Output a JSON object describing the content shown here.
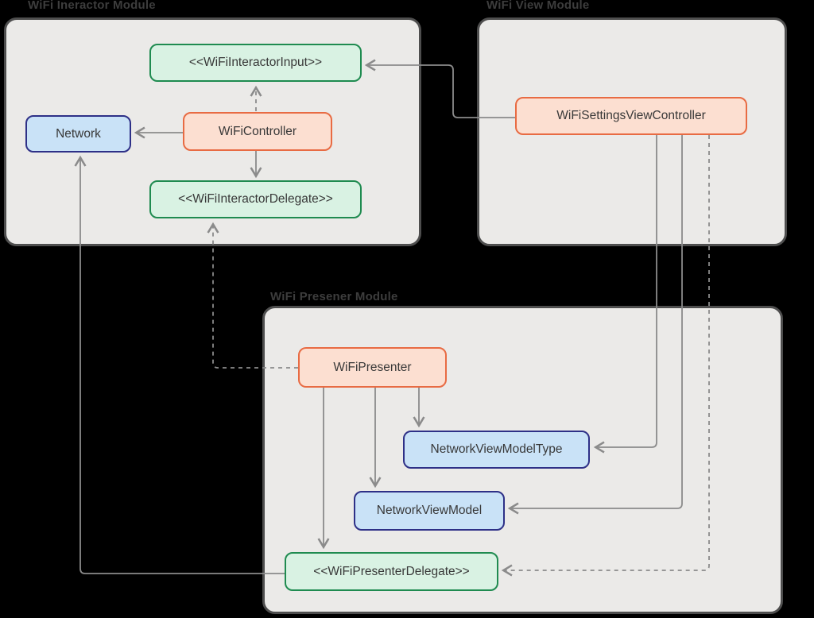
{
  "diagram": {
    "kind": "module-architecture-diagram",
    "colors": {
      "module_fill": "#ebeae8",
      "module_border": "#4e4e4e",
      "protocol_fill": "#d9f2e3",
      "protocol_border": "#1f8b50",
      "entity_fill": "#c9e2f7",
      "entity_border": "#2e3087",
      "concrete_fill": "#fcdfd1",
      "concrete_border": "#e86b43",
      "arrow": "#8b8b8b",
      "background": "#000000"
    }
  },
  "modules": {
    "interactor": {
      "label": "WiFi Ineractor Module"
    },
    "view": {
      "label": "WiFi View Module"
    },
    "presenter": {
      "label": "WiFi Presener Module"
    }
  },
  "nodes": {
    "wifiInteractorInput": {
      "label": "<<WiFiInteractorInput>>",
      "kind": "protocol"
    },
    "network": {
      "label": "Network",
      "kind": "entity"
    },
    "wifiController": {
      "label": "WiFiController",
      "kind": "concrete"
    },
    "wifiInteractorDelegate": {
      "label": "<<WiFiInteractorDelegate>>",
      "kind": "protocol"
    },
    "wifiSettingsViewController": {
      "label": "WiFiSettingsViewController",
      "kind": "concrete"
    },
    "wifiPresenter": {
      "label": "WiFiPresenter",
      "kind": "concrete"
    },
    "networkViewModelType": {
      "label": "NetworkViewModelType",
      "kind": "entity"
    },
    "networkViewModel": {
      "label": "NetworkViewModel",
      "kind": "entity"
    },
    "wifiPresenterDelegate": {
      "label": "<<WiFiPresenterDelegate>>",
      "kind": "protocol"
    }
  },
  "edges": [
    {
      "from": "WiFiController",
      "to": "<<WiFiInteractorInput>>",
      "style": "dashed"
    },
    {
      "from": "WiFiController",
      "to": "Network",
      "style": "solid"
    },
    {
      "from": "WiFiController",
      "to": "<<WiFiInteractorDelegate>>",
      "style": "solid"
    },
    {
      "from": "WiFiSettingsViewController",
      "to": "<<WiFiInteractorInput>>",
      "style": "solid"
    },
    {
      "from": "WiFiSettingsViewController",
      "to": "NetworkViewModelType",
      "style": "solid"
    },
    {
      "from": "WiFiSettingsViewController",
      "to": "NetworkViewModel",
      "style": "solid"
    },
    {
      "from": "WiFiSettingsViewController",
      "to": "<<WiFiPresenterDelegate>>",
      "style": "dashed"
    },
    {
      "from": "WiFiPresenter",
      "to": "<<WiFiInteractorDelegate>>",
      "style": "dashed"
    },
    {
      "from": "WiFiPresenter",
      "to": "NetworkViewModelType",
      "style": "solid"
    },
    {
      "from": "WiFiPresenter",
      "to": "NetworkViewModel",
      "style": "solid"
    },
    {
      "from": "WiFiPresenter",
      "to": "<<WiFiPresenterDelegate>>",
      "style": "solid"
    },
    {
      "from": "<<WiFiPresenterDelegate>>",
      "to": "Network",
      "style": "solid"
    }
  ]
}
